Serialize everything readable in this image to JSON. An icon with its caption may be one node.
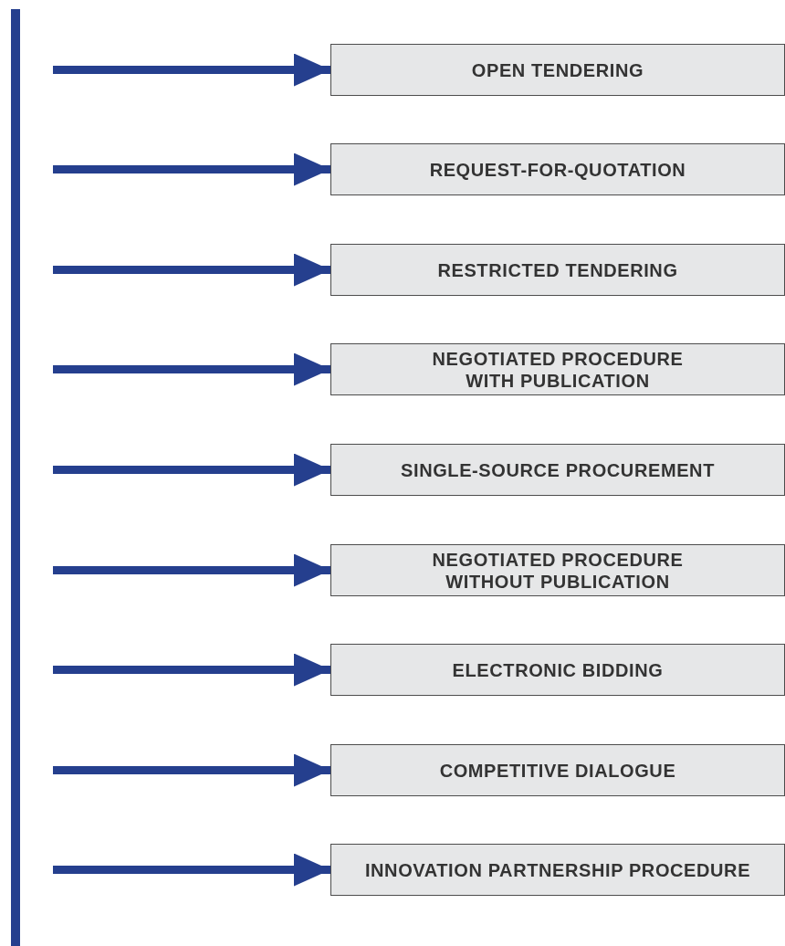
{
  "diagram": {
    "nodes": [
      {
        "text": [
          "OPEN TENDERING"
        ]
      },
      {
        "text": [
          "REQUEST-FOR-QUOTATION"
        ]
      },
      {
        "text": [
          "RESTRICTED TENDERING"
        ]
      },
      {
        "text": [
          "NEGOTIATED PROCEDURE WITH PUBLICATION"
        ]
      },
      {
        "text": [
          "SINGLE-SOURCE PROCUREMENT"
        ]
      },
      {
        "text": [
          "NEGOTIATED PROCEDURE WITHOUT PUBLICATION"
        ]
      },
      {
        "text": [
          "ELECTRONIC BIDDING"
        ]
      },
      {
        "text": [
          "COMPETITIVE DIALOGUE"
        ]
      },
      {
        "text": [
          "INNOVATION PARTNERSHIP PROCEDURE"
        ]
      }
    ],
    "edges": [
      {
        "from": null,
        "to": 0,
        "arrow": "to"
      },
      {
        "from": null,
        "to": 1,
        "arrow": "to"
      },
      {
        "from": null,
        "to": 2,
        "arrow": "to"
      },
      {
        "from": null,
        "to": 3,
        "arrow": "to"
      },
      {
        "from": null,
        "to": 4,
        "arrow": "to"
      },
      {
        "from": null,
        "to": 5,
        "arrow": "to"
      },
      {
        "from": null,
        "to": 6,
        "arrow": "to"
      },
      {
        "from": null,
        "to": 7,
        "arrow": "to"
      },
      {
        "from": null,
        "to": 8,
        "arrow": "to"
      }
    ]
  }
}
